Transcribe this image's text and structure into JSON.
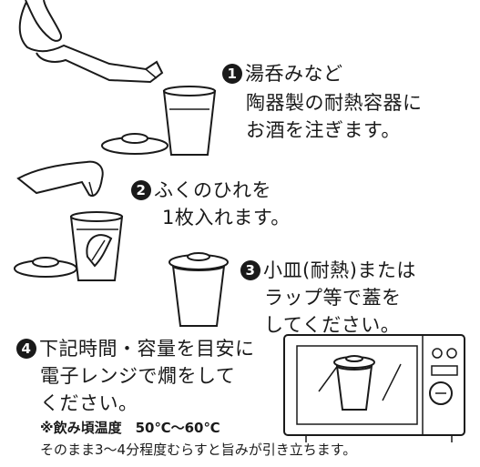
{
  "steps": [
    {
      "number": "1",
      "lines": [
        "湯呑みなど",
        "陶器製の耐熱容器に",
        "お酒を注ぎます。"
      ]
    },
    {
      "number": "2",
      "lines": [
        "ふくのひれを",
        "1枚入れます。"
      ]
    },
    {
      "number": "3",
      "lines": [
        "小皿(耐熱)または",
        "ラップ等で蓋を",
        "してください。"
      ]
    },
    {
      "number": "4",
      "lines": [
        "下記時間・容量を目安に",
        "電子レンジで燗をして",
        "ください。"
      ]
    }
  ],
  "temperature_note": "※飲み頃温度　50℃〜60℃",
  "footer_note": "そのまま3〜4分程度むらすと旨みが引き立ちます。",
  "icons": [
    "hand-pouring-bottle-icon",
    "cup-icon",
    "lid-plate-icon",
    "hand-dropping-fin-icon",
    "fin-icon",
    "microwave-icon"
  ]
}
